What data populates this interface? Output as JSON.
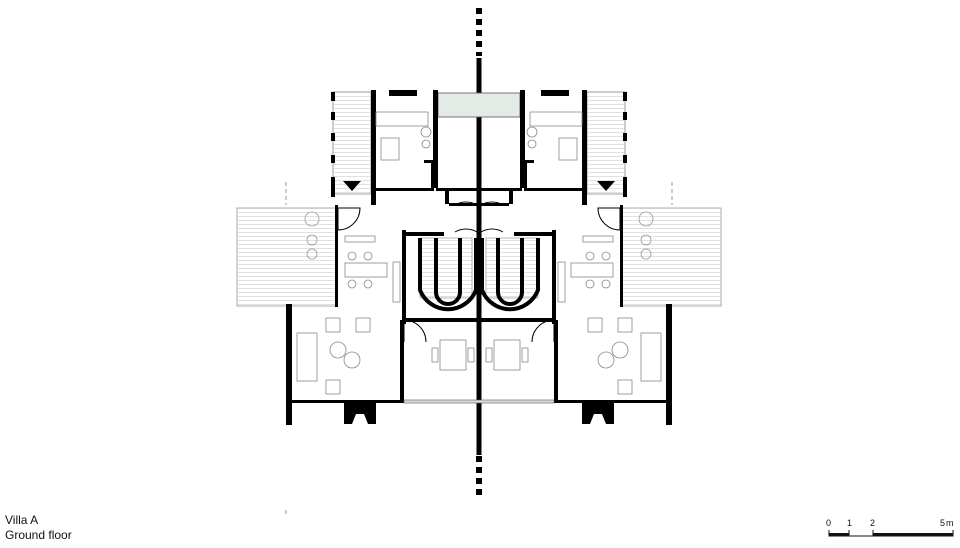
{
  "caption": {
    "title": "Villa A",
    "subtitle": "Ground floor"
  },
  "scale_bar": {
    "ticks": [
      "0",
      "1",
      "2",
      "5"
    ],
    "unit": "m"
  }
}
